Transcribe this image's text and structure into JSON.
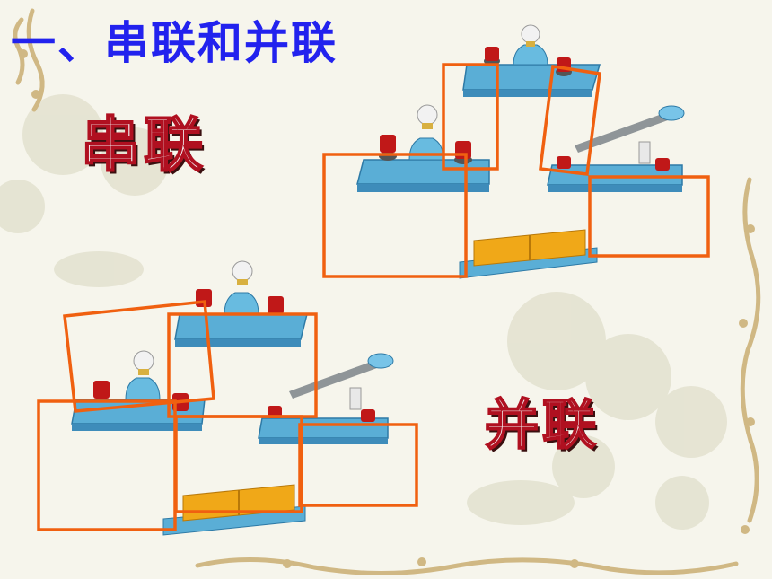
{
  "slide": {
    "heading": "一、串联和并联",
    "series_label": "串联",
    "parallel_label": "并联"
  },
  "colors": {
    "heading": "#2222ee",
    "highlight_box": "#f06010",
    "base_plate": "#5aaed6",
    "terminal": "#c01818",
    "battery": "#f0a818",
    "label_stroke": "#b01020"
  },
  "icons": {
    "bulb": "light-bulb-icon",
    "switch": "knife-switch-icon",
    "battery": "battery-icon"
  }
}
